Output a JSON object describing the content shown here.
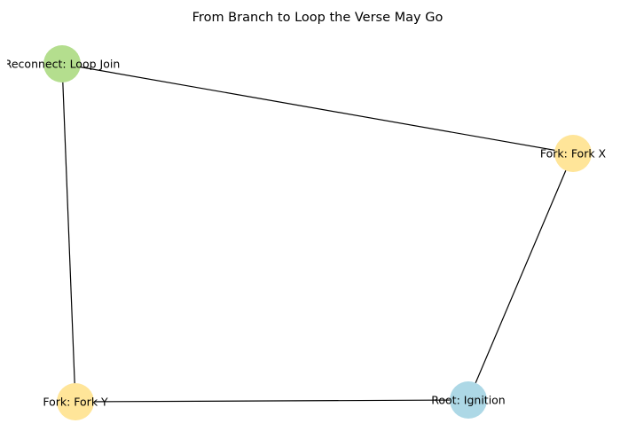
{
  "title": "From Branch to Loop the Verse May Go",
  "colors": {
    "root": "#add8e6",
    "fork": "#ffe599",
    "reconnect": "#b4de8e",
    "edge": "#000000"
  },
  "nodes": [
    {
      "id": "reconnect",
      "label": "Reconnect: Loop Join",
      "type": "reconnect"
    },
    {
      "id": "forkx",
      "label": "Fork: Fork X",
      "type": "fork"
    },
    {
      "id": "forky",
      "label": "Fork: Fork Y",
      "type": "fork"
    },
    {
      "id": "root",
      "label": "Root: Ignition",
      "type": "root"
    }
  ],
  "edges": [
    {
      "from": "reconnect",
      "to": "forkx"
    },
    {
      "from": "reconnect",
      "to": "forky"
    },
    {
      "from": "forky",
      "to": "root"
    },
    {
      "from": "root",
      "to": "forkx"
    }
  ]
}
